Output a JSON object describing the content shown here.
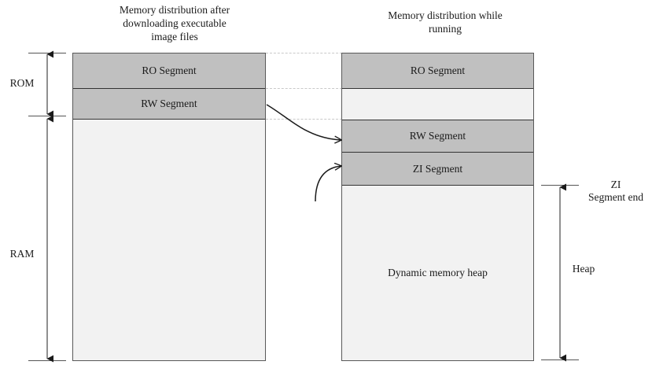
{
  "diagram": {
    "title_left": "Memory distribution after\ndownloading executable\nimage files",
    "title_right": "Memory distribution while\nrunning",
    "colors": {
      "segment_fill": "#c0c0c0",
      "free_fill": "#f2f2f2",
      "outline": "#595959",
      "inner_rule": "#333333",
      "guide_line": "#c9c9c9",
      "arrow": "#1a1a1a",
      "text": "#1a1a1a"
    },
    "left_column": {
      "name": "Memory distribution after downloading executable image files",
      "segments": [
        {
          "label": "RO Segment",
          "fill": "filled"
        },
        {
          "label": "RW Segment",
          "fill": "filled"
        },
        {
          "label": "",
          "fill": "empty"
        }
      ]
    },
    "right_column": {
      "name": "Memory distribution while running",
      "segments": [
        {
          "label": "RO Segment",
          "fill": "filled"
        },
        {
          "label": "",
          "fill": "empty"
        },
        {
          "label": "RW Segment",
          "fill": "filled"
        },
        {
          "label": "ZI Segment",
          "fill": "filled"
        },
        {
          "label": "Dynamic memory heap",
          "fill": "empty"
        }
      ]
    },
    "measurements": [
      {
        "id": "rom",
        "label": "ROM",
        "side": "left",
        "style": "double-headed"
      },
      {
        "id": "ram",
        "label": "RAM",
        "side": "left",
        "style": "double-headed"
      },
      {
        "id": "zi-end",
        "label": "ZI\nSegment end",
        "side": "right",
        "style": "tick"
      },
      {
        "id": "heap",
        "label": "Heap",
        "side": "right",
        "style": "double-headed"
      }
    ],
    "connectors": [
      {
        "from": "left RW Segment",
        "to": "right RW Segment",
        "style": "curved-arrow"
      },
      {
        "from": "below",
        "to": "right ZI Segment",
        "style": "curved-arrow"
      }
    ],
    "guides": [
      {
        "name": "top-of-memory"
      },
      {
        "name": "ro-rw-boundary"
      },
      {
        "name": "rw-end-boundary"
      }
    ]
  }
}
